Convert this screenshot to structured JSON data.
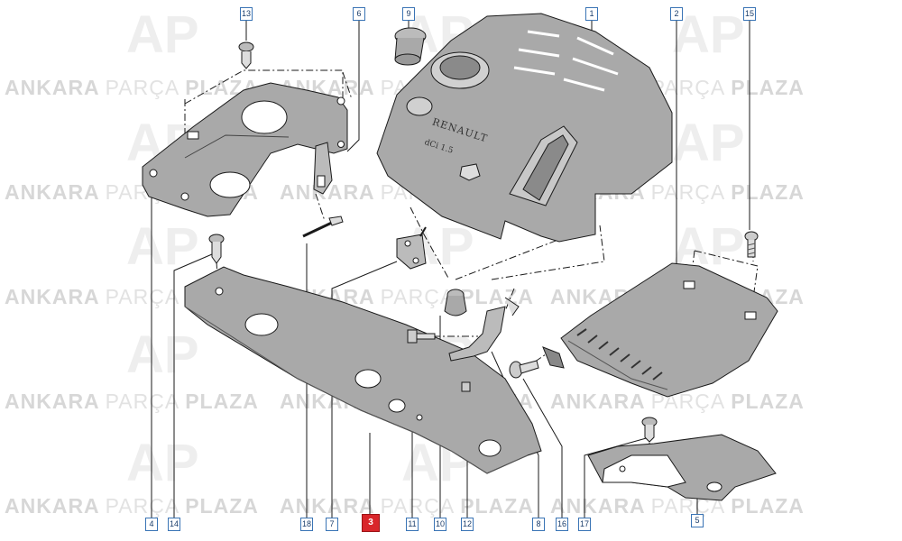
{
  "watermark": {
    "brand_word_1": "ANKARA",
    "brand_word_2": "PARÇA",
    "brand_word_3": "PLAZA",
    "logo_text": "AP"
  },
  "engine_cover": {
    "brand_text": "RENAULT",
    "engine_code_text": "dCi 1.5"
  },
  "callouts": [
    {
      "number": "13",
      "active": false
    },
    {
      "number": "6",
      "active": false
    },
    {
      "number": "9",
      "active": false
    },
    {
      "number": "1",
      "active": false
    },
    {
      "number": "2",
      "active": false
    },
    {
      "number": "15",
      "active": false
    },
    {
      "number": "4",
      "active": false
    },
    {
      "number": "14",
      "active": false
    },
    {
      "number": "18",
      "active": false
    },
    {
      "number": "7",
      "active": false
    },
    {
      "number": "3",
      "active": true
    },
    {
      "number": "11",
      "active": false
    },
    {
      "number": "10",
      "active": false
    },
    {
      "number": "12",
      "active": false
    },
    {
      "number": "8",
      "active": false
    },
    {
      "number": "16",
      "active": false
    },
    {
      "number": "17",
      "active": false
    },
    {
      "number": "5",
      "active": false
    }
  ],
  "colors": {
    "callout_border": "#3a74b5",
    "callout_active": "#d9262b",
    "line_art": "#1a1a1a",
    "part_fill": "#a9a9a9",
    "watermark": "#d7d7d7"
  }
}
